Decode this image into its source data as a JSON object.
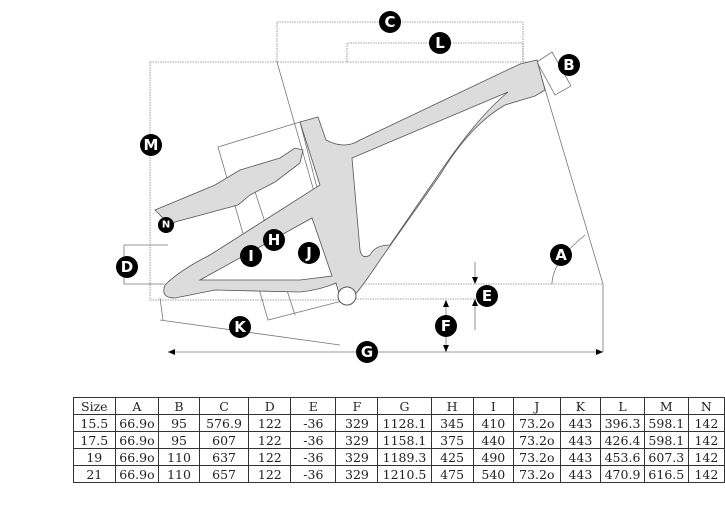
{
  "diagram": {
    "title": "Bicycle frame geometry",
    "labels": {
      "A": "A",
      "B": "B",
      "C": "C",
      "D": "D",
      "E": "E",
      "F": "F",
      "G": "G",
      "H": "H",
      "I": "I",
      "J": "J",
      "K": "K",
      "L": "L",
      "M": "M",
      "N": "N"
    }
  },
  "table": {
    "headers": [
      "Size",
      "A",
      "B",
      "C",
      "D",
      "E",
      "F",
      "G",
      "H",
      "I",
      "J",
      "K",
      "L",
      "M",
      "N"
    ],
    "rows": [
      [
        "15.5",
        "66.9o",
        "95",
        "576.9",
        "122",
        "-36",
        "329",
        "1128.1",
        "345",
        "410",
        "73.2o",
        "443",
        "396.3",
        "598.1",
        "142"
      ],
      [
        "17.5",
        "66.9o",
        "95",
        "607",
        "122",
        "-36",
        "329",
        "1158.1",
        "375",
        "440",
        "73.2o",
        "443",
        "426.4",
        "598.1",
        "142"
      ],
      [
        "19",
        "66.9o",
        "110",
        "637",
        "122",
        "-36",
        "329",
        "1189.3",
        "425",
        "490",
        "73.2o",
        "443",
        "453.6",
        "607.3",
        "142"
      ],
      [
        "21",
        "66.9o",
        "110",
        "657",
        "122",
        "-36",
        "329",
        "1210.5",
        "475",
        "540",
        "73.2o",
        "443",
        "470.9",
        "616.5",
        "142"
      ]
    ]
  }
}
